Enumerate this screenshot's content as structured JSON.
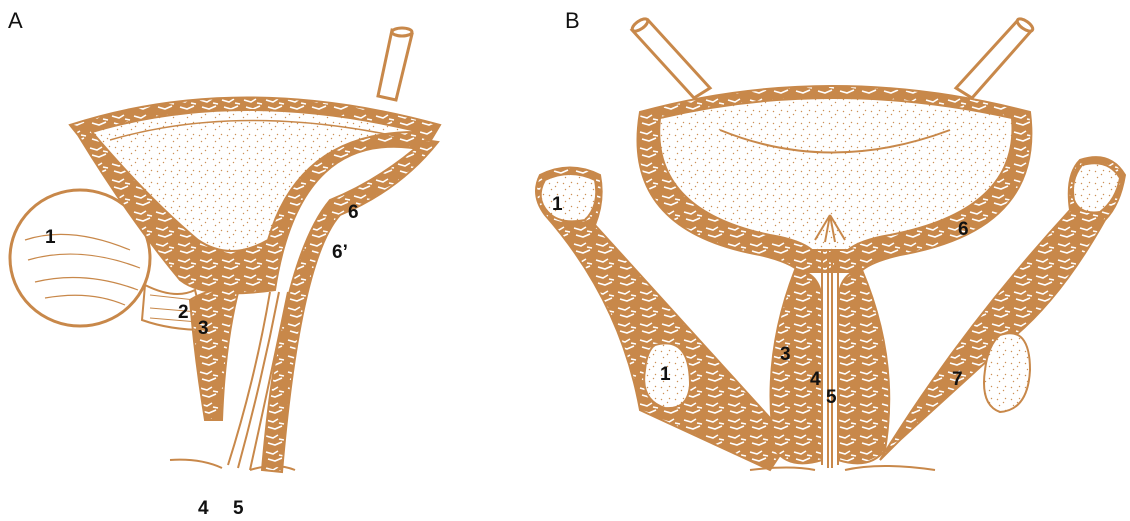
{
  "panels": [
    {
      "letter": "A",
      "labels": {
        "l1": "1",
        "l2": "2",
        "l3": "3",
        "l4": "4",
        "l5": "5",
        "l6": "6",
        "l6p": "6’"
      }
    },
    {
      "letter": "B",
      "labels": {
        "l1a": "1",
        "l1b": "1",
        "l3": "3",
        "l4": "4",
        "l5": "5",
        "l6": "6",
        "l7": "7"
      }
    }
  ],
  "colors": {
    "tissue": "#c8884a",
    "ink": "#111111",
    "background": "#ffffff"
  }
}
